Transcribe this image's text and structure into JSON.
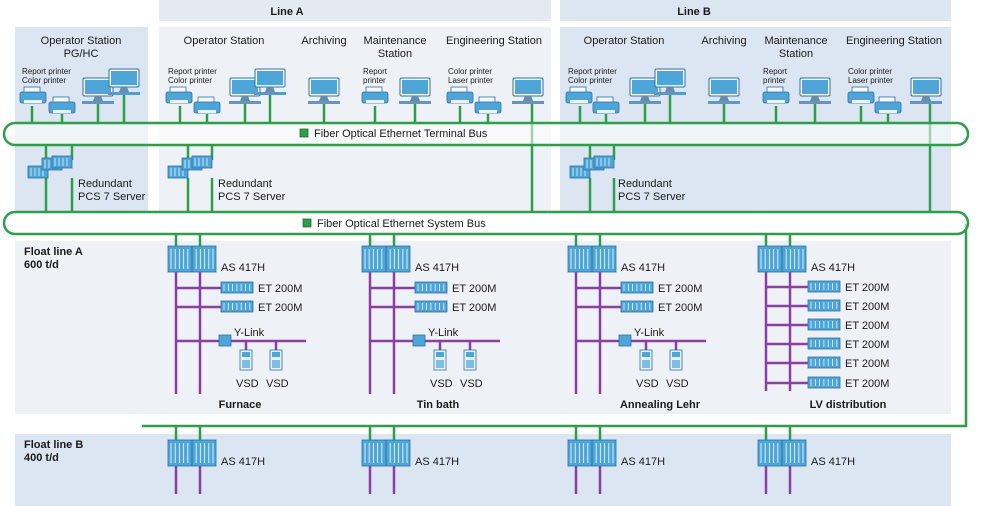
{
  "lines": {
    "a": "Line A",
    "b": "Line B"
  },
  "stations": {
    "pg_title": "Operator Station\nPG/HC",
    "pg_printers": "Report printer\nColor printer",
    "op": "Operator Station",
    "op_printers": "Report printer\nColor printer",
    "archiving": "Archiving",
    "maintenance": "Maintenance\nStation",
    "maint_printer": "Report\nprinter",
    "engineering": "Engineering Station",
    "eng_printers": "Color printer\nLaser printer"
  },
  "buses": {
    "terminal": "Fiber Optical Ethernet Terminal Bus",
    "system": "Fiber Optical Ethernet System Bus"
  },
  "servers": {
    "redundant": "Redundant\nPCS 7 Server"
  },
  "float_a": {
    "title": "Float line A\n600 t/d"
  },
  "float_b": {
    "title": "Float line B\n400 t/d"
  },
  "devices": {
    "as": "AS 417H",
    "et": "ET 200M",
    "ylink": "Y-Link",
    "vsd": "VSD"
  },
  "areas": [
    "Furnace",
    "Tin bath",
    "Annealing Lehr",
    "LV distribution"
  ],
  "colors": {
    "panel": "#dce6f2",
    "panel_light": "#eef2f7",
    "bus": "#2e9e4a",
    "field": "#8b3fa3",
    "device": "#4ea6d8"
  }
}
